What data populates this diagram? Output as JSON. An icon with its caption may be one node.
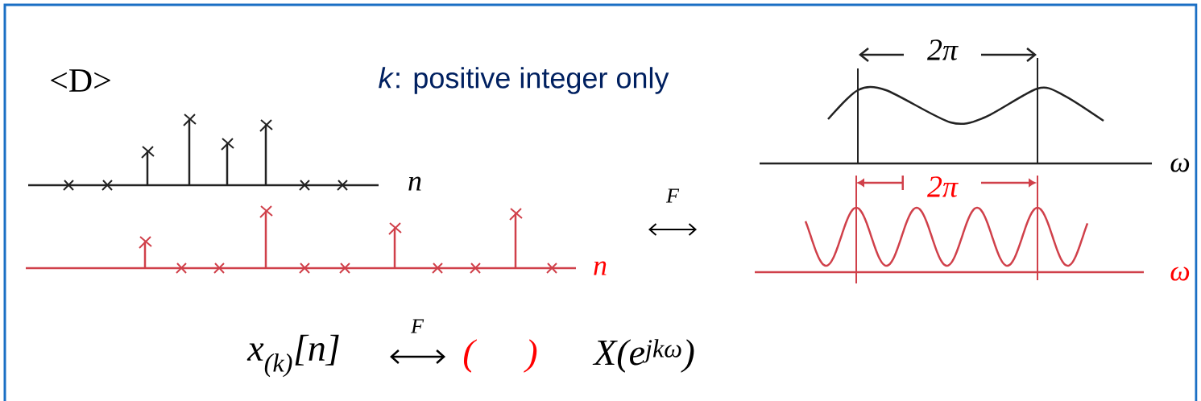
{
  "diagram": {
    "labels": [
      "<D>",
      "*k*: positive integer only",
      "2π",
      "n",
      "ω",
      "F",
      "2π",
      "n",
      "ω",
      "F",
      "x$_{(k)}$[n]",
      "(",
      ")",
      "X(e$^{jkω}$)"
    ]
  }
}
